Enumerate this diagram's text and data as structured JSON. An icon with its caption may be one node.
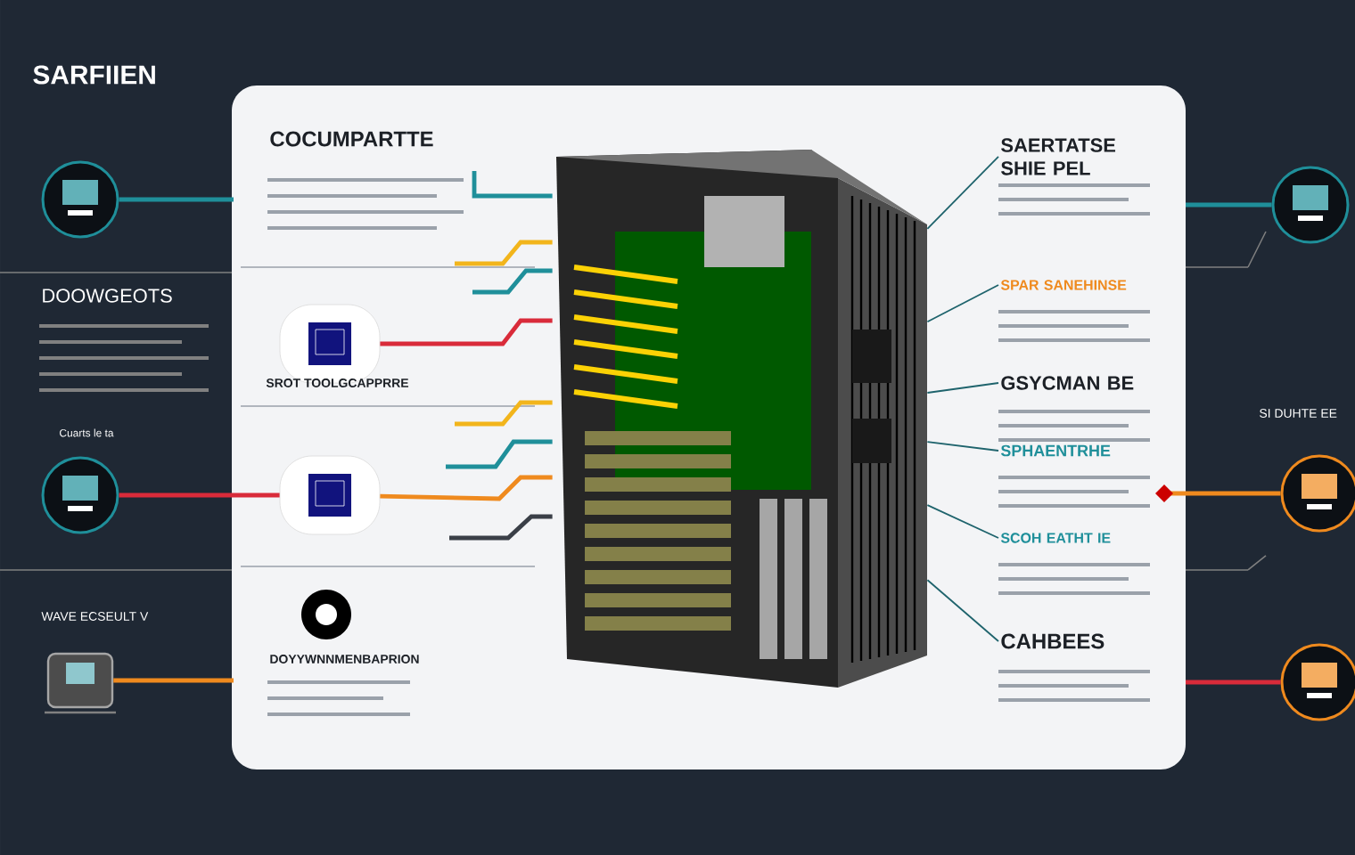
{
  "diagram": {
    "nodes": [
      {
        "text": [],
        "shape": "picture"
      },
      {
        "text": [],
        "shape": "circle"
      },
      {
        "text": [],
        "shape": "circle"
      },
      {
        "text": [],
        "shape": "box"
      },
      {
        "text": [],
        "shape": "box"
      },
      {
        "text": [],
        "shape": "box"
      },
      {
        "text": [],
        "shape": "circle"
      },
      {
        "text": [],
        "shape": "circle"
      },
      {
        "text": [],
        "shape": "circle"
      },
      {
        "text": [],
        "shape": "circle"
      },
      {
        "text": [
          "SAERTATSE SHIE PEL"
        ]
      },
      {
        "text": [
          "SPAR SANEHINSE"
        ]
      },
      {
        "text": [
          "GSYCMAN BE"
        ]
      },
      {
        "text": [
          "SPHAENTRHE"
        ]
      },
      {
        "text": [
          "SCOH EATHT IE"
        ]
      },
      {
        "text": [
          "CAHBEES"
        ]
      }
    ],
    "edges": [
      {
        "from": 1,
        "to": null,
        "arrow": "none",
        "color": "#1f8f9a"
      },
      {
        "from": 2,
        "to": 5,
        "arrow": "none",
        "color": "#d92b3a"
      },
      {
        "from": 3,
        "to": null,
        "arrow": "none",
        "color": "#ef8a1e"
      },
      {
        "from": 4,
        "to": 0,
        "arrow": "none",
        "color": "#d92b3a"
      },
      {
        "from": 5,
        "to": 0,
        "arrow": "none",
        "color": "#ef8a1e"
      },
      {
        "from": null,
        "to": 0,
        "arrow": "none",
        "color": "#1f8f9a"
      },
      {
        "from": null,
        "to": 0,
        "arrow": "none",
        "color": "#f2b51c"
      },
      {
        "from": null,
        "to": 0,
        "arrow": "none",
        "color": "#1f8f9a"
      },
      {
        "from": null,
        "to": 0,
        "arrow": "none",
        "color": "#f2b51c"
      },
      {
        "from": null,
        "to": 0,
        "arrow": "none",
        "color": "#1f8f9a"
      },
      {
        "from": null,
        "to": 0,
        "arrow": "none",
        "color": "#3a3f47"
      },
      {
        "from": null,
        "to": 7,
        "arrow": "none",
        "color": "#1f8f9a"
      },
      {
        "from": null,
        "to": 8,
        "arrow": "other",
        "color": "#ef8a1e"
      },
      {
        "from": null,
        "to": 9,
        "arrow": "none",
        "color": "#d92b3a"
      },
      {
        "from": 0,
        "to": 10,
        "arrow": "none"
      },
      {
        "from": 0,
        "to": 11,
        "arrow": "none"
      },
      {
        "from": 0,
        "to": 12,
        "arrow": "none"
      },
      {
        "from": 0,
        "to": 13,
        "arrow": "none"
      },
      {
        "from": 0,
        "to": 14,
        "arrow": "none"
      },
      {
        "from": 0,
        "to": 15,
        "arrow": "none"
      }
    ],
    "labels": [
      "SARFIIEN",
      "COCUMPARTTE",
      "DOOWGEOTS",
      "SROT TOOLGCAPPRRE",
      "Cuarts le ta",
      "WAVE ECSEULT V",
      "DOYYWNNMENBAPRION",
      "SI DUHTE EE"
    ]
  }
}
